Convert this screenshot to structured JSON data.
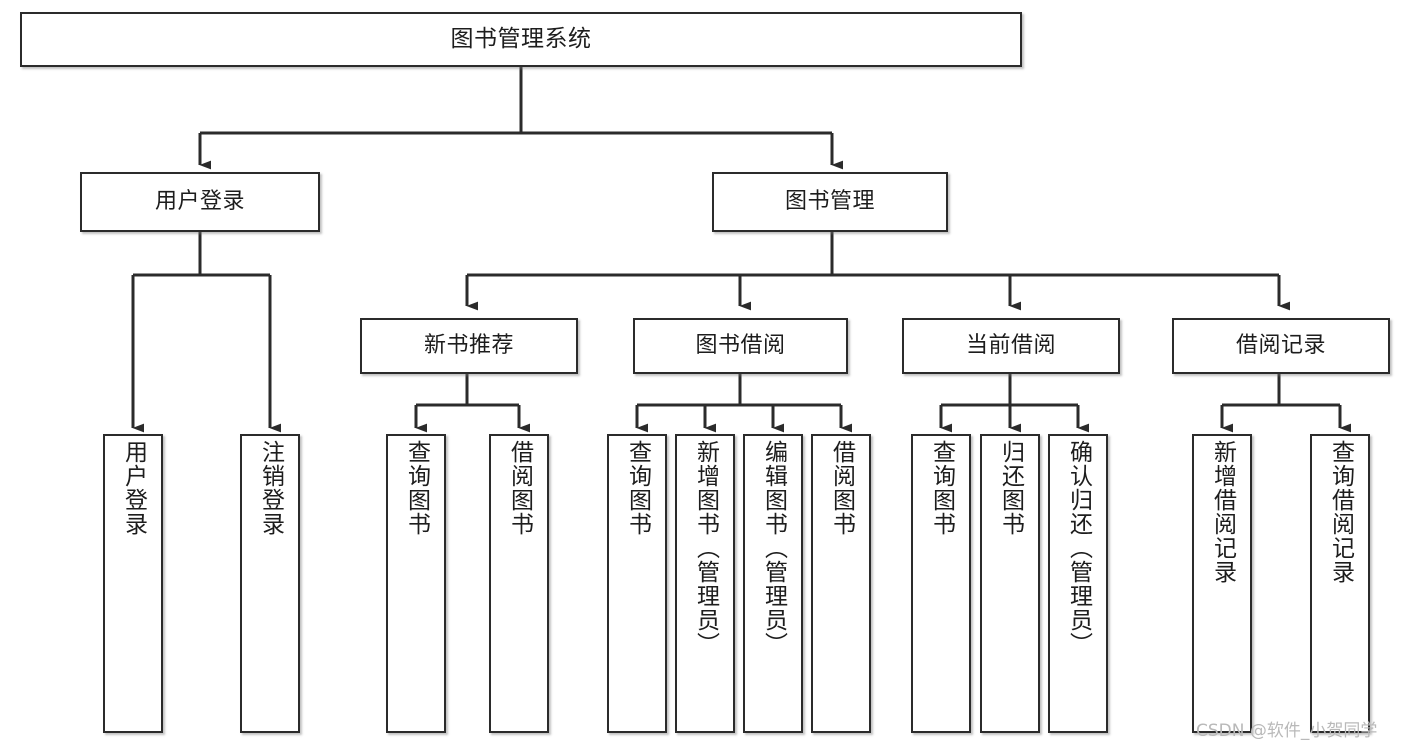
{
  "diagram": {
    "title": "图书管理系统",
    "type": "tree-hierarchy-chart",
    "watermark": "CSDN @软件_小贺同学",
    "colors": {
      "node_border": "#2b2b2b",
      "node_fill": "#ffffff",
      "edge": "#2b2b2b",
      "text": "#1d1d1d",
      "watermark": "#b9b9b9",
      "background": "#ffffff"
    },
    "root": {
      "label": "图书管理系统"
    },
    "level1": [
      {
        "id": "user-login",
        "label": "用户登录"
      },
      {
        "id": "book-management",
        "label": "图书管理"
      }
    ],
    "level2": [
      {
        "id": "new-book-recommend",
        "label": "新书推荐",
        "parent": "book-management"
      },
      {
        "id": "book-borrow",
        "label": "图书借阅",
        "parent": "book-management"
      },
      {
        "id": "current-borrow",
        "label": "当前借阅",
        "parent": "book-management"
      },
      {
        "id": "borrow-record",
        "label": "借阅记录",
        "parent": "book-management"
      }
    ],
    "leaves": [
      {
        "id": "leaf-user-login",
        "label": "用户登录",
        "parent": "user-login"
      },
      {
        "id": "leaf-logout",
        "label": "注销登录",
        "parent": "user-login"
      },
      {
        "id": "leaf-query-book-1",
        "label": "查询图书",
        "parent": "new-book-recommend"
      },
      {
        "id": "leaf-borrow-book-1",
        "label": "借阅图书",
        "parent": "new-book-recommend"
      },
      {
        "id": "leaf-query-book-2",
        "label": "查询图书",
        "parent": "book-borrow"
      },
      {
        "id": "leaf-add-book",
        "label": "新增图书（管理员）",
        "parent": "book-borrow"
      },
      {
        "id": "leaf-edit-book",
        "label": "编辑图书（管理员）",
        "parent": "book-borrow"
      },
      {
        "id": "leaf-borrow-book-2",
        "label": "借阅图书",
        "parent": "book-borrow"
      },
      {
        "id": "leaf-query-book-3",
        "label": "查询图书",
        "parent": "current-borrow"
      },
      {
        "id": "leaf-return-book",
        "label": "归还图书",
        "parent": "current-borrow"
      },
      {
        "id": "leaf-confirm-return",
        "label": "确认归还（管理员）",
        "parent": "current-borrow"
      },
      {
        "id": "leaf-add-record",
        "label": "新增借阅记录",
        "parent": "borrow-record"
      },
      {
        "id": "leaf-query-record",
        "label": "查询借阅记录",
        "parent": "borrow-record"
      }
    ]
  }
}
